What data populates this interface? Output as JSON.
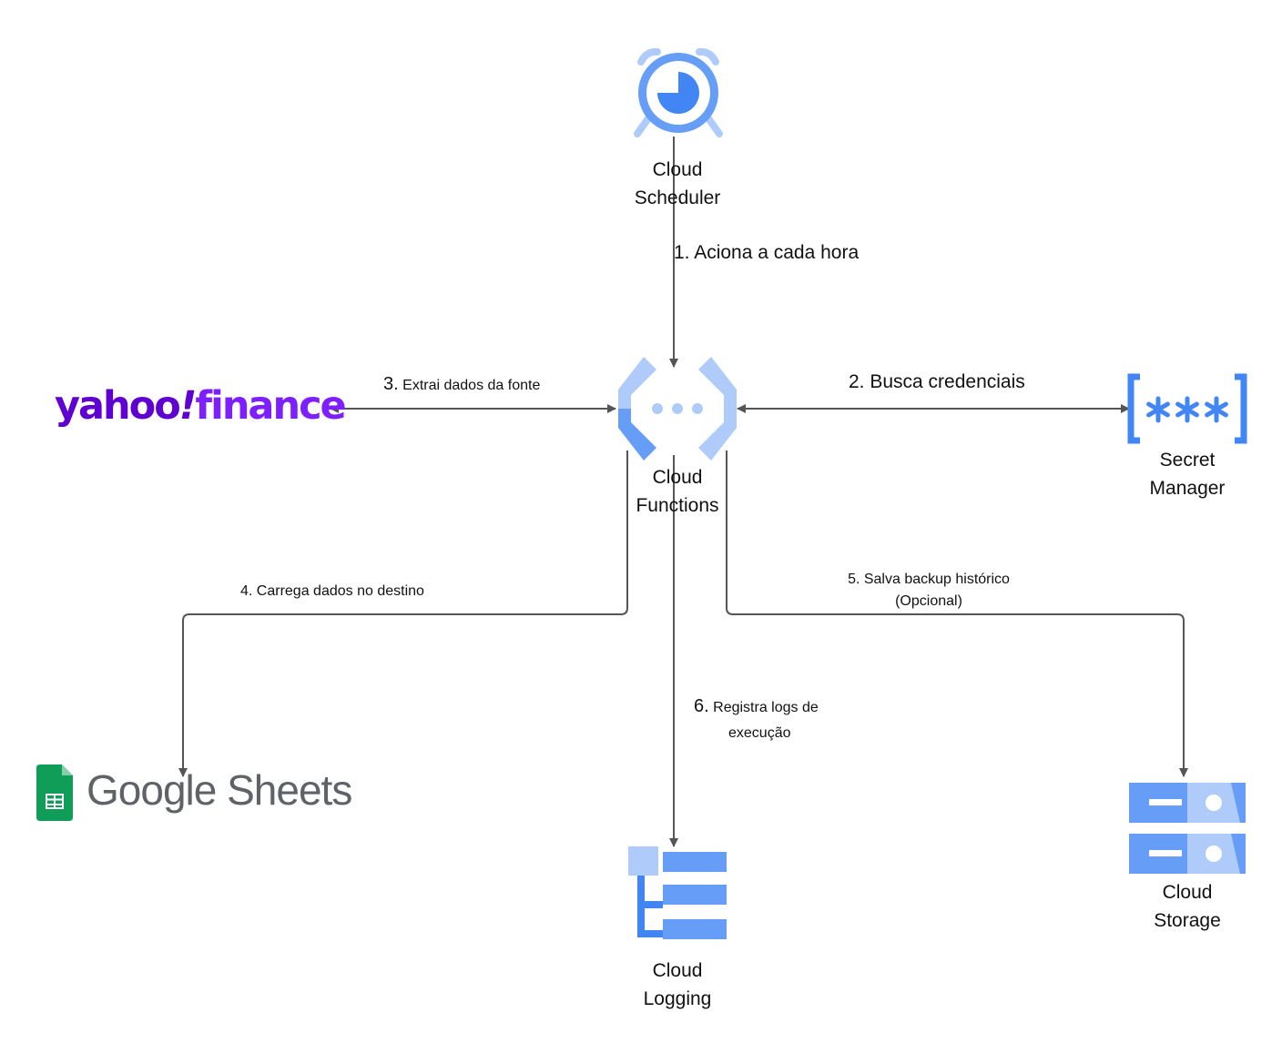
{
  "nodes": {
    "scheduler": {
      "line1": "Cloud",
      "line2": "Scheduler"
    },
    "functions": {
      "line1": "Cloud",
      "line2": "Functions"
    },
    "secret_manager": {
      "line1": "Secret",
      "line2": "Manager"
    },
    "logging": {
      "line1": "Cloud",
      "line2": "Logging"
    },
    "storage": {
      "line1": "Cloud",
      "line2": "Storage"
    },
    "yahoo": {
      "word1": "yahoo",
      "bang": "!",
      "word2": "finance"
    },
    "sheets": {
      "google": "Google",
      "sheets": "Sheets"
    }
  },
  "edges": {
    "e1": {
      "text": "1. Aciona a cada hora"
    },
    "e2": {
      "text": "2. Busca credenciais"
    },
    "e3": {
      "num": "3.",
      "text": "Extrai dados da fonte"
    },
    "e4": {
      "text": "4. Carrega dados no destino"
    },
    "e5": {
      "line1": "5. Salva backup histórico",
      "line2": "(Opcional)"
    },
    "e6": {
      "num": "6.",
      "line1": "Registra logs de",
      "line2": "execução"
    }
  },
  "colors": {
    "gcp_blue": "#4285f4",
    "gcp_mid": "#669df6",
    "gcp_light": "#aecbfa",
    "arrow": "#555555",
    "yahoo_purple": "#5f01d1",
    "sheets_green": "#0f9d58",
    "sheets_text": "#5f6368"
  },
  "icons": [
    "clock-icon",
    "functions-icon",
    "secret-icon",
    "logging-icon",
    "storage-icon",
    "sheets-icon"
  ]
}
